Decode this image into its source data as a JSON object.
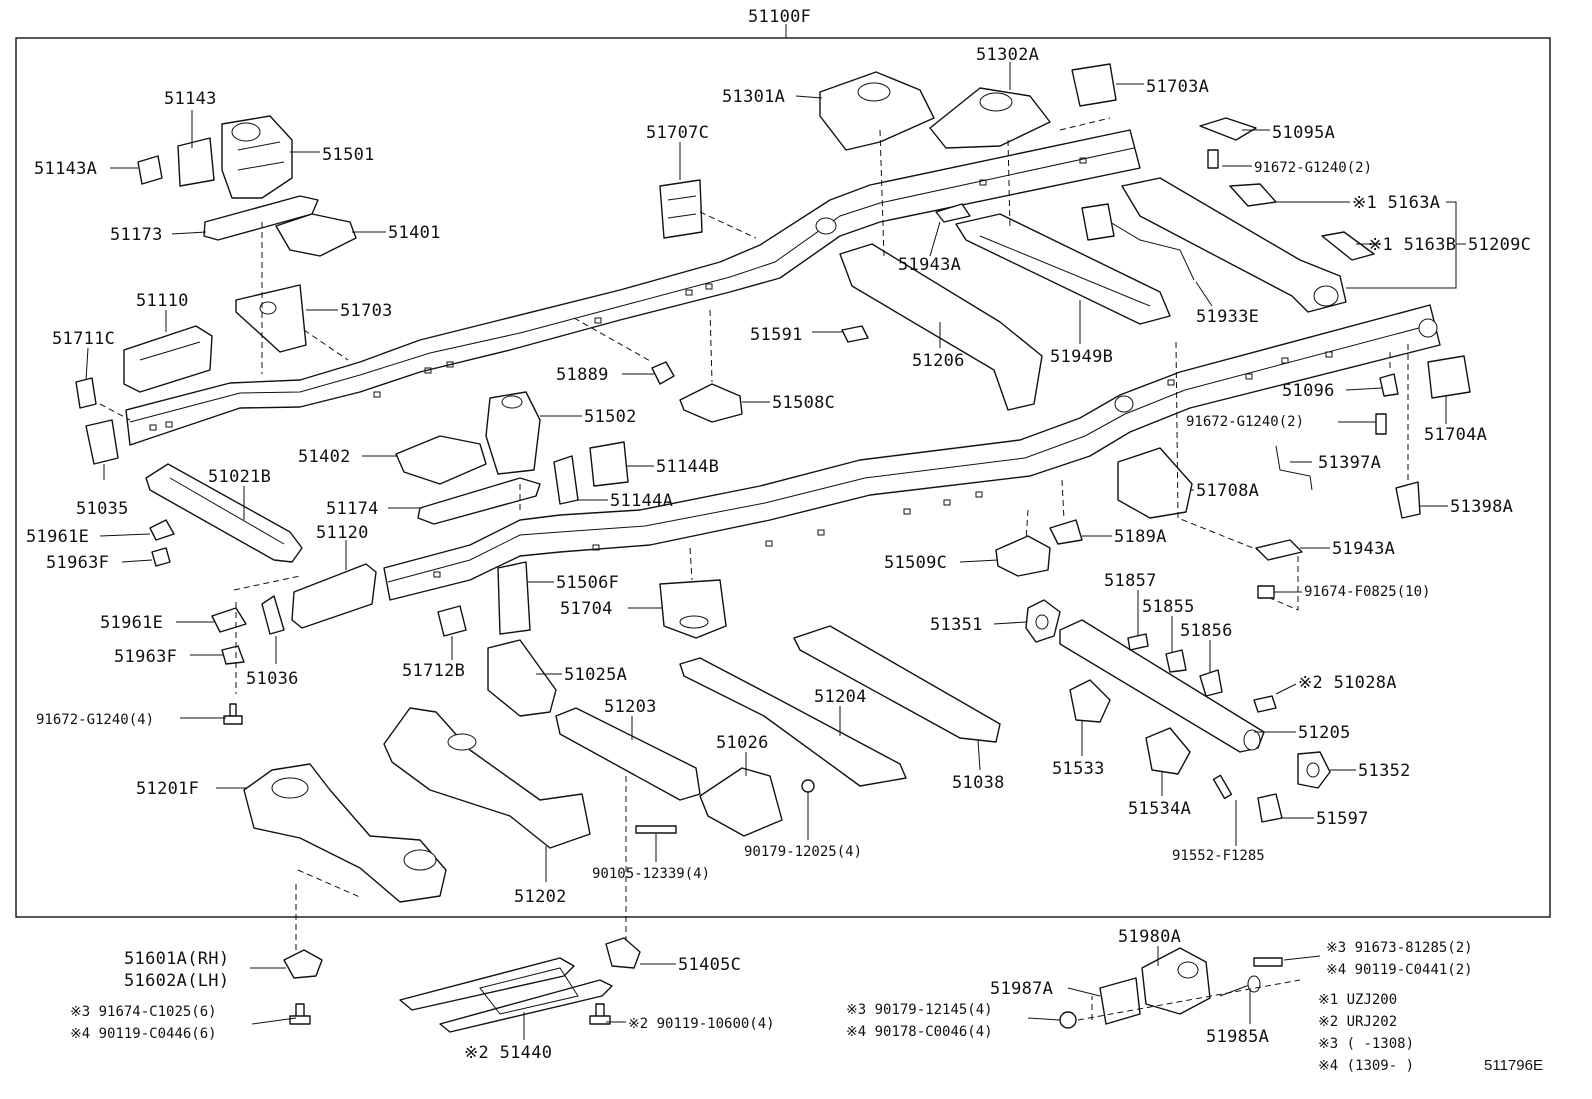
{
  "title": "51100F",
  "diagram_code": "511796E",
  "labels": [
    {
      "id": "51143",
      "text": "51143"
    },
    {
      "id": "51143A",
      "text": "51143A"
    },
    {
      "id": "51501",
      "text": "51501"
    },
    {
      "id": "51173",
      "text": "51173"
    },
    {
      "id": "51401",
      "text": "51401"
    },
    {
      "id": "51110",
      "text": "51110"
    },
    {
      "id": "51703",
      "text": "51703"
    },
    {
      "id": "51711C",
      "text": "51711C"
    },
    {
      "id": "51035",
      "text": "51035"
    },
    {
      "id": "51021B",
      "text": "51021B"
    },
    {
      "id": "51961E_a",
      "text": "51961E"
    },
    {
      "id": "51963F_a",
      "text": "51963F"
    },
    {
      "id": "51961E_b",
      "text": "51961E"
    },
    {
      "id": "51963F_b",
      "text": "51963F"
    },
    {
      "id": "51036",
      "text": "51036"
    },
    {
      "id": "bolt_91672_4",
      "text": "91672-G1240(4)"
    },
    {
      "id": "51120",
      "text": "51120"
    },
    {
      "id": "51174",
      "text": "51174"
    },
    {
      "id": "51402",
      "text": "51402"
    },
    {
      "id": "51502",
      "text": "51502"
    },
    {
      "id": "51144B",
      "text": "51144B"
    },
    {
      "id": "51144A",
      "text": "51144A"
    },
    {
      "id": "51889",
      "text": "51889"
    },
    {
      "id": "51508C",
      "text": "51508C"
    },
    {
      "id": "51707C",
      "text": "51707C"
    },
    {
      "id": "51301A",
      "text": "51301A"
    },
    {
      "id": "51302A",
      "text": "51302A"
    },
    {
      "id": "51703A",
      "text": "51703A"
    },
    {
      "id": "51095A",
      "text": "51095A"
    },
    {
      "id": "bolt_91672_2a",
      "text": "91672-G1240(2)"
    },
    {
      "id": "5163A",
      "text": "※1 5163A"
    },
    {
      "id": "5163B",
      "text": "※1 5163B"
    },
    {
      "id": "51209C",
      "text": "51209C"
    },
    {
      "id": "51943A_a",
      "text": "51943A"
    },
    {
      "id": "51933E",
      "text": "51933E"
    },
    {
      "id": "51591",
      "text": "51591"
    },
    {
      "id": "51206",
      "text": "51206"
    },
    {
      "id": "51949B",
      "text": "51949B"
    },
    {
      "id": "51096",
      "text": "51096"
    },
    {
      "id": "51704A",
      "text": "51704A"
    },
    {
      "id": "bolt_91672_2b",
      "text": "91672-G1240(2)"
    },
    {
      "id": "51397A",
      "text": "51397A"
    },
    {
      "id": "51398A",
      "text": "51398A"
    },
    {
      "id": "51708A",
      "text": "51708A"
    },
    {
      "id": "5189A",
      "text": "5189A"
    },
    {
      "id": "51509C",
      "text": "51509C"
    },
    {
      "id": "51943A_b",
      "text": "51943A"
    },
    {
      "id": "bolt_91674",
      "text": "91674-F0825(10)"
    },
    {
      "id": "51506F",
      "text": "51506F"
    },
    {
      "id": "51704",
      "text": "51704"
    },
    {
      "id": "51712B",
      "text": "51712B"
    },
    {
      "id": "51025A",
      "text": "51025A"
    },
    {
      "id": "51203",
      "text": "51203"
    },
    {
      "id": "51204",
      "text": "51204"
    },
    {
      "id": "51026",
      "text": "51026"
    },
    {
      "id": "51038",
      "text": "51038"
    },
    {
      "id": "51201F",
      "text": "51201F"
    },
    {
      "id": "51202",
      "text": "51202"
    },
    {
      "id": "bolt_90105",
      "text": "90105-12339(4)"
    },
    {
      "id": "nut_90179",
      "text": "90179-12025(4)"
    },
    {
      "id": "51351",
      "text": "51351"
    },
    {
      "id": "51857",
      "text": "51857"
    },
    {
      "id": "51855",
      "text": "51855"
    },
    {
      "id": "51856",
      "text": "51856"
    },
    {
      "id": "51028A",
      "text": "※2 51028A"
    },
    {
      "id": "51205",
      "text": "51205"
    },
    {
      "id": "51533",
      "text": "51533"
    },
    {
      "id": "51534A",
      "text": "51534A"
    },
    {
      "id": "51352",
      "text": "51352"
    },
    {
      "id": "51597",
      "text": "51597"
    },
    {
      "id": "bolt_91552",
      "text": "91552-F1285"
    },
    {
      "id": "51601A",
      "text": "51601A(RH)"
    },
    {
      "id": "51602A",
      "text": "51602A(LH)"
    },
    {
      "id": "bolt_91674_c",
      "text": "※3 91674-C1025(6)"
    },
    {
      "id": "bolt_90119_c0446",
      "text": "※4 90119-C0446(6)"
    },
    {
      "id": "51405C",
      "text": "51405C"
    },
    {
      "id": "51440",
      "text": "※2 51440"
    },
    {
      "id": "bolt_90119_10600",
      "text": "※2 90119-10600(4)"
    },
    {
      "id": "51980A",
      "text": "51980A"
    },
    {
      "id": "51987A",
      "text": "51987A"
    },
    {
      "id": "51985A",
      "text": "51985A"
    },
    {
      "id": "nut_90179_12145",
      "text": "※3 90179-12145(4)"
    },
    {
      "id": "nut_90178",
      "text": "※4 90178-C0046(4)"
    },
    {
      "id": "bolt_91673",
      "text": "※3 91673-81285(2)"
    },
    {
      "id": "bolt_90119_c0441",
      "text": "※4 90119-C0441(2)"
    }
  ],
  "notes": [
    {
      "id": "note1",
      "text": "※1 UZJ200"
    },
    {
      "id": "note2",
      "text": "※2 URJ202"
    },
    {
      "id": "note3",
      "text": "※3 (      -1308)"
    },
    {
      "id": "note4",
      "text": "※4 (1309-      )"
    }
  ]
}
